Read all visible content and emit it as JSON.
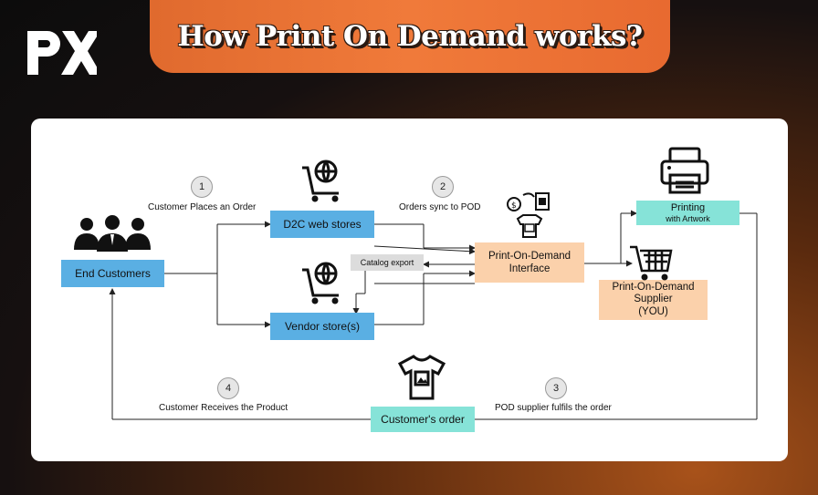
{
  "header": {
    "title": "How Print On Demand works?"
  },
  "nodes": {
    "end_customers": "End Customers",
    "d2c_web_stores": "D2C web stores",
    "vendor_stores": "Vendor store(s)",
    "catalog_export": "Catalog export",
    "pod_interface": [
      "Print-On-Demand",
      "Interface"
    ],
    "printing": [
      "Printing",
      "with Artwork"
    ],
    "pod_supplier": [
      "Print-On-Demand",
      "Supplier",
      "(YOU)"
    ],
    "customers_order": "Customer's order"
  },
  "steps": [
    {
      "number": "1",
      "label": "Customer Places an Order"
    },
    {
      "number": "2",
      "label": "Orders sync to POD"
    },
    {
      "number": "3",
      "label": "POD supplier fulfils the order"
    },
    {
      "number": "4",
      "label": "Customer Receives the Product"
    }
  ],
  "colors": {
    "accent": "#f07a3a",
    "store_box": "#5aafe3",
    "pod_box": "#fbd1ab",
    "teal_box": "#86e3d8"
  },
  "icons": [
    "logo",
    "shopping-cart-globe-icon",
    "people-icon",
    "pod-interface-icon",
    "printer-icon",
    "shopping-cart-icon",
    "tshirt-icon"
  ]
}
